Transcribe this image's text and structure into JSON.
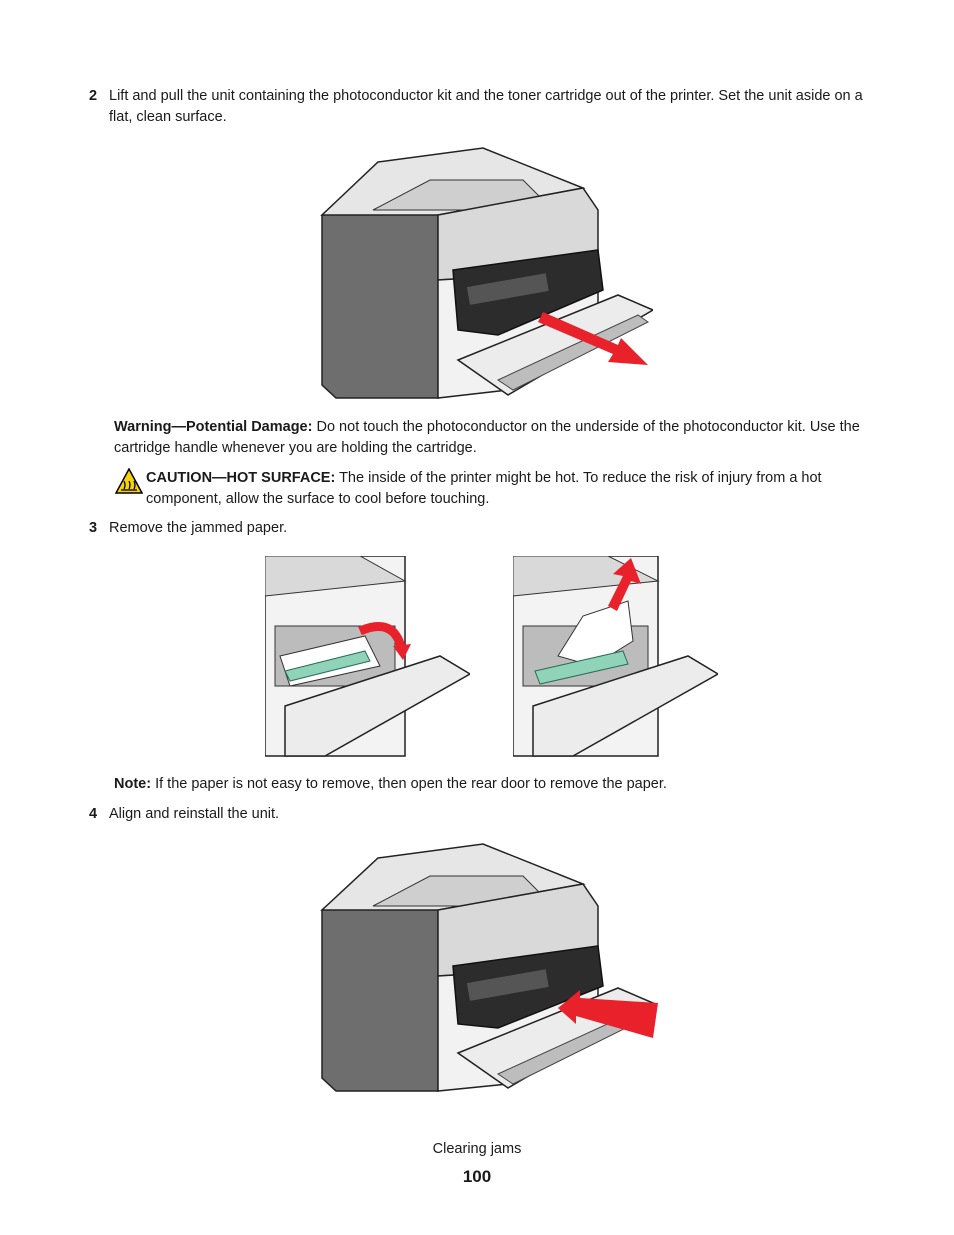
{
  "steps": [
    {
      "number": "2",
      "text": "Lift and pull the unit containing the photoconductor kit and the toner cartridge out of the printer. Set the unit aside on a flat, clean surface."
    },
    {
      "number": "3",
      "text": "Remove the jammed paper."
    },
    {
      "number": "4",
      "text": "Align and reinstall the unit."
    }
  ],
  "warning": {
    "label": "Warning—Potential Damage:",
    "text": " Do not touch the photoconductor on the underside of the photoconductor kit. Use the cartridge handle whenever you are holding the cartridge."
  },
  "caution": {
    "label": "CAUTION—HOT SURFACE:",
    "text": " The inside of the printer might be hot. To reduce the risk of injury from a hot component, allow the surface to cool before touching.",
    "icon": "hot-surface-caution-icon"
  },
  "note": {
    "label": "Note:",
    "text": " If the paper is not easy to remove, then open the rear door to remove the paper."
  },
  "footer": {
    "section": "Clearing jams",
    "page": "100"
  },
  "colors": {
    "arrow_red": "#e8212b",
    "paper_green": "#8fd3b8",
    "caution_yellow": "#f5d20f"
  }
}
